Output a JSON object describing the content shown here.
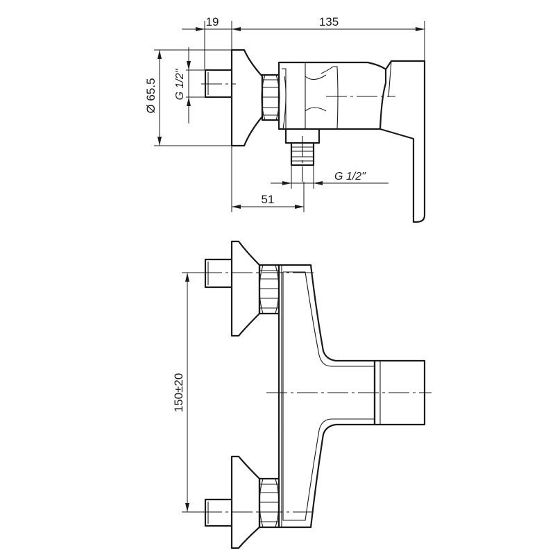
{
  "dimensions": {
    "top_width_19": "19",
    "top_width_135": "135",
    "diameter_65_5": "Ø 65.5",
    "thread_inlet": "G 1/2\"",
    "thread_outlet": "G 1/2\"",
    "offset_51": "51",
    "center_distance": "150±20"
  }
}
